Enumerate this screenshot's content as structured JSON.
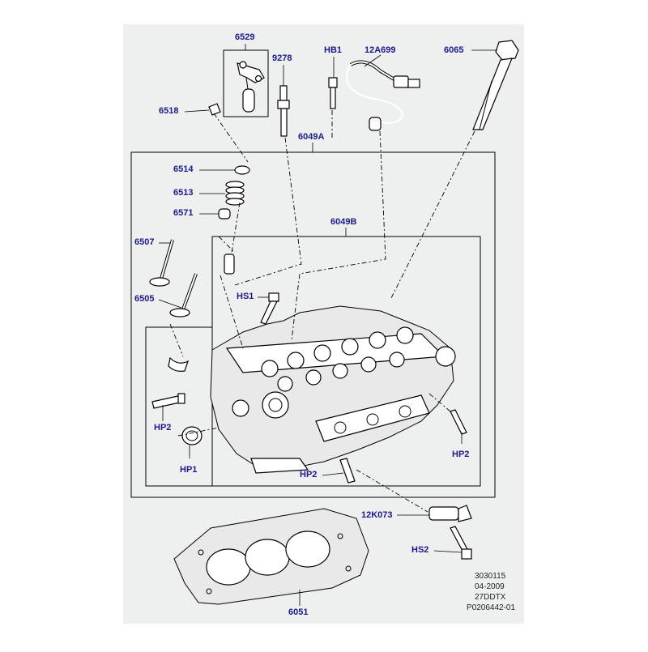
{
  "colors": {
    "background": "#eef0ef",
    "label": "#1a1a8c",
    "line": "#000000"
  },
  "labels": {
    "p6529": "6529",
    "p9278": "9278",
    "pHB1": "HB1",
    "p12A699": "12A699",
    "p6065": "6065",
    "p6518": "6518",
    "p6049A": "6049A",
    "p6514": "6514",
    "p6513": "6513",
    "p6571": "6571",
    "p6049B": "6049B",
    "p6507": "6507",
    "p6505": "6505",
    "pHS1": "HS1",
    "pHP2a": "HP2",
    "pHP1": "HP1",
    "pHP2b": "HP2",
    "pHP2c": "HP2",
    "p12K073": "12K073",
    "pHS2": "HS2",
    "p6051": "6051"
  },
  "meta": {
    "line1": "3030115",
    "line2": "04-2009",
    "line3": "27DDTX",
    "line4": "P0206442-01"
  }
}
